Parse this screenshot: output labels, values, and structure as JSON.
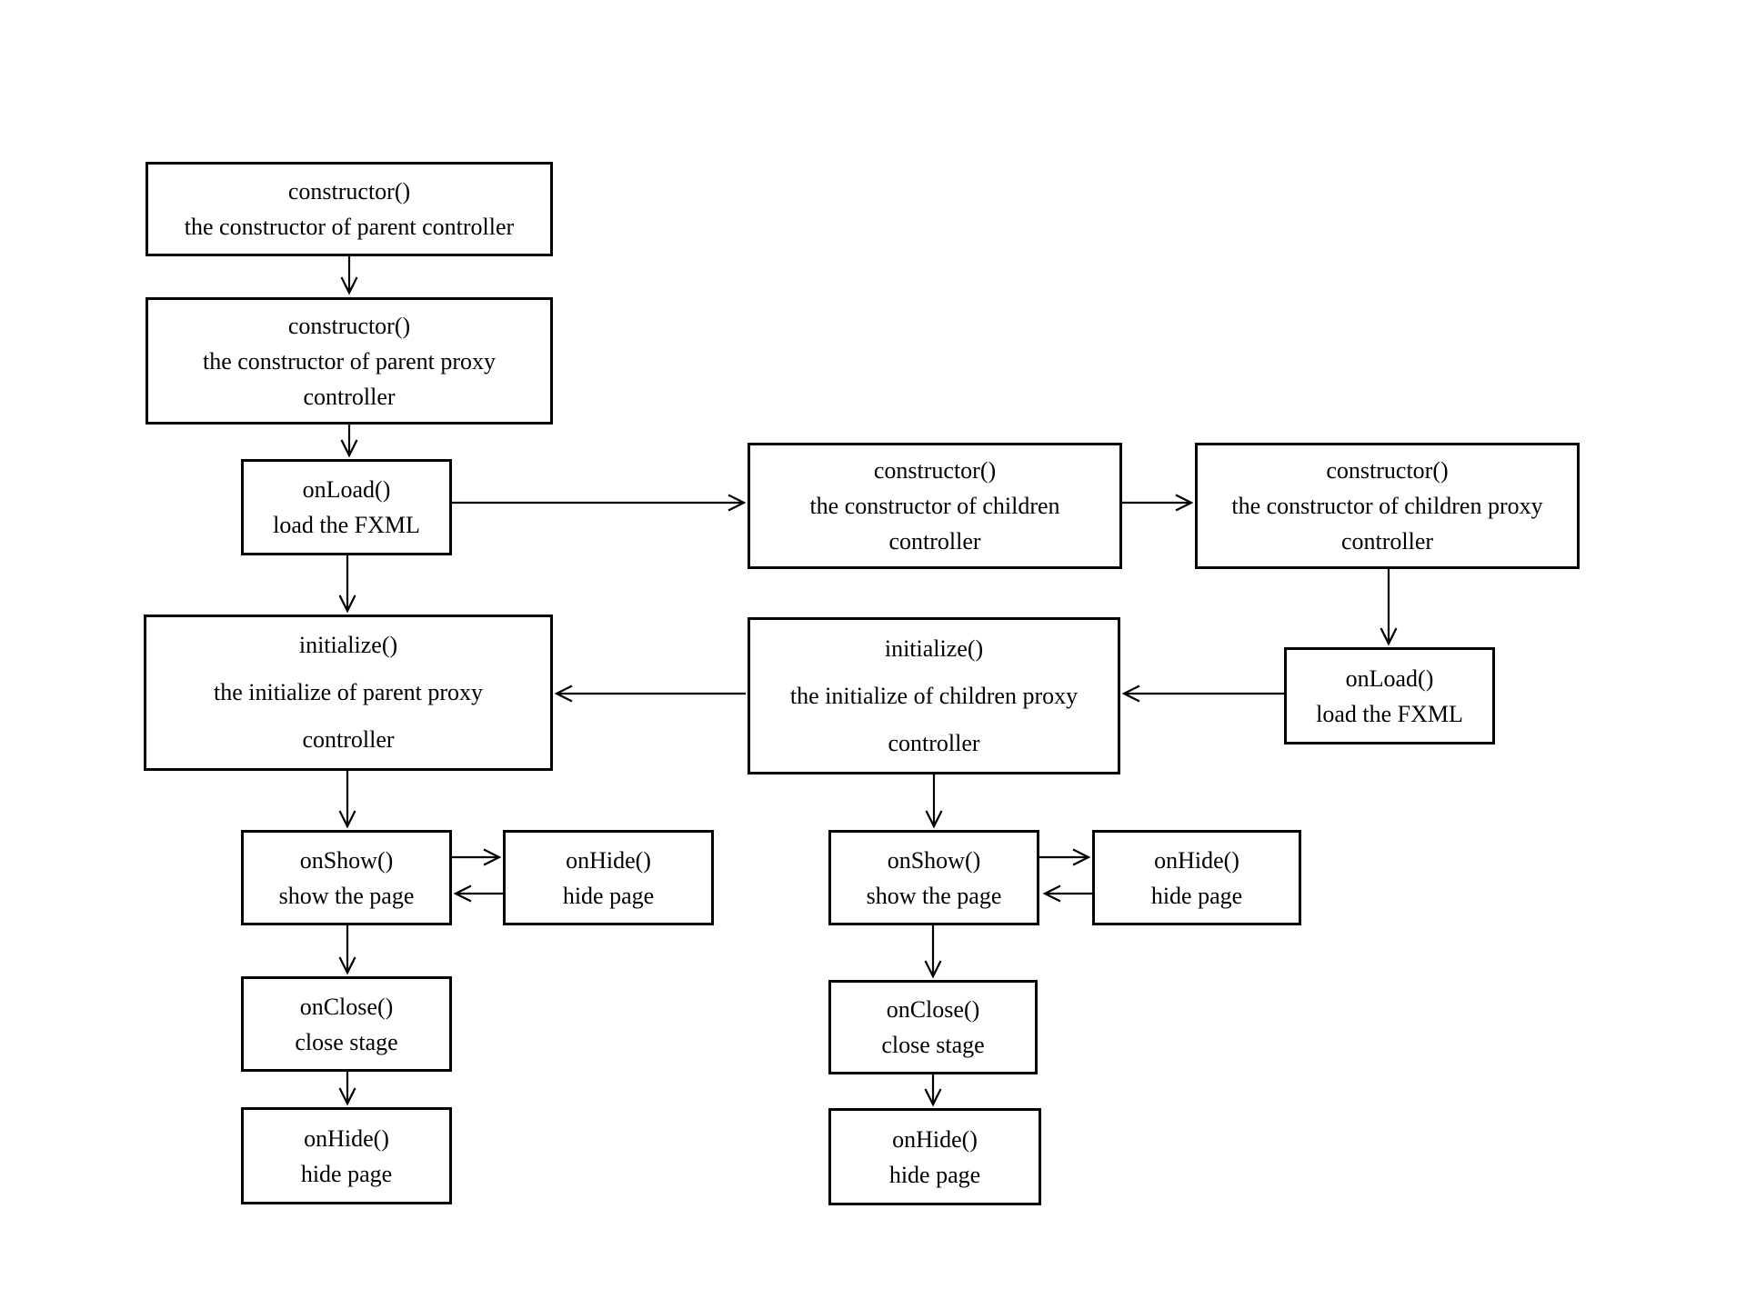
{
  "diagram": {
    "background_color": "#ffffff",
    "stroke_color": "#000000",
    "nodes": {
      "parent_constructor": {
        "lines": [
          "constructor()",
          "the constructor of parent controller"
        ]
      },
      "parent_proxy_constructor": {
        "lines": [
          "constructor()",
          "the constructor of parent proxy",
          "controller"
        ]
      },
      "parent_onload": {
        "lines": [
          "onLoad()",
          "load the FXML"
        ]
      },
      "parent_initialize": {
        "lines": [
          "initialize()",
          "the initialize of parent proxy",
          "controller"
        ]
      },
      "parent_onshow": {
        "lines": [
          "onShow()",
          "show the page"
        ]
      },
      "parent_onhide_side": {
        "lines": [
          "onHide()",
          "hide page"
        ]
      },
      "parent_onclose": {
        "lines": [
          "onClose()",
          "close stage"
        ]
      },
      "parent_onhide_end": {
        "lines": [
          "onHide()",
          "hide page"
        ]
      },
      "children_constructor": {
        "lines": [
          "constructor()",
          "the constructor of children",
          "controller"
        ]
      },
      "children_proxy_constructor": {
        "lines": [
          "constructor()",
          "the constructor of children proxy",
          "controller"
        ]
      },
      "children_onload": {
        "lines": [
          "onLoad()",
          "load the FXML"
        ]
      },
      "children_initialize": {
        "lines": [
          "initialize()",
          "the initialize of children proxy",
          "controller"
        ]
      },
      "children_onshow": {
        "lines": [
          "onShow()",
          "show the page"
        ]
      },
      "children_onhide_side": {
        "lines": [
          "onHide()",
          "hide page"
        ]
      },
      "children_onclose": {
        "lines": [
          "onClose()",
          "close stage"
        ]
      },
      "children_onhide_end": {
        "lines": [
          "onHide()",
          "hide page"
        ]
      }
    }
  }
}
